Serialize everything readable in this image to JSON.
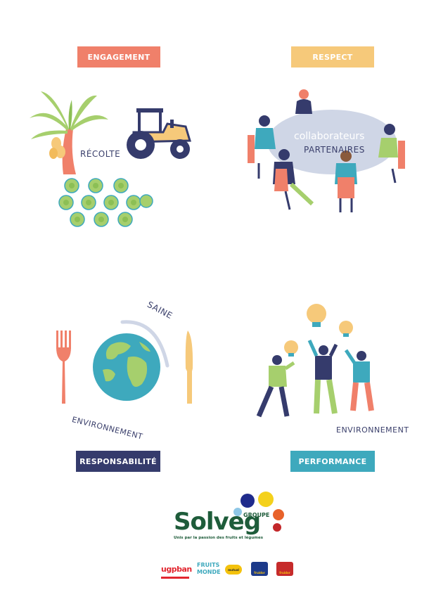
{
  "quadrants": {
    "engagement": {
      "label": "ENGAGEMENT",
      "caption": "RÉCOLTE",
      "color": "#f0806a"
    },
    "respect": {
      "label": "RESPECT",
      "caption_line1": "collaborateurs",
      "caption_line2": "PARTENAIRES",
      "color": "#f6c97a"
    },
    "responsabilite": {
      "label": "RESPONSABILITÉ",
      "caption_top": "SAINE",
      "caption_bottom": "ENVIRONNEMENT",
      "color": "#353b6c"
    },
    "performance": {
      "label": "PERFORMANCE",
      "caption": "ENVIRONNEMENT",
      "color": "#3ea9bd"
    }
  },
  "logo": {
    "prefix": "GROUPE",
    "name": "Solveg",
    "tagline": "Unis par la passion des fruits et légumes"
  },
  "partners": {
    "ugpban": "ugpban",
    "fruits_monde_1": "FRUITS",
    "fruits_monde_2": "MONDE",
    "brand2": "mutual",
    "brand3": "fruidor",
    "brand4": "fruidor"
  },
  "colors": {
    "navy": "#353b6c",
    "coral": "#f0806a",
    "yellow": "#f6c97a",
    "teal": "#3ea9bd",
    "green": "#a6cf6d",
    "logo_green": "#1e5c3a"
  }
}
